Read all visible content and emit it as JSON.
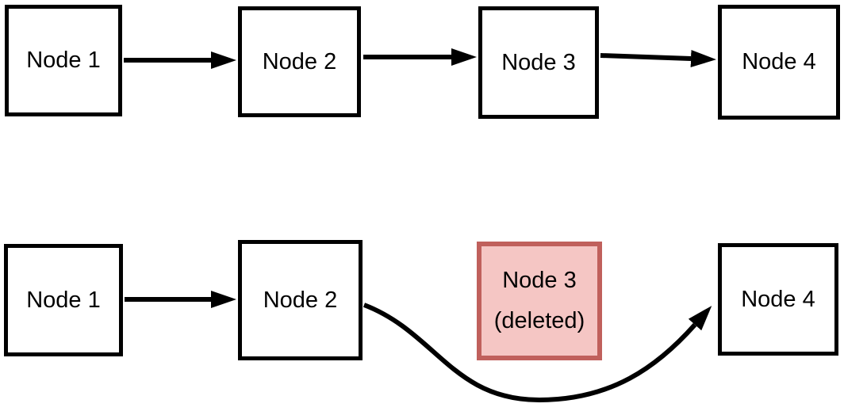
{
  "diagram": {
    "description": "Singly linked list before and after deleting Node 3",
    "colors": {
      "node_border": "#000000",
      "node_fill": "#ffffff",
      "deleted_fill": "#f5c6c4",
      "deleted_border": "#c0605c",
      "arrow": "#000000",
      "text": "#000000"
    },
    "before": {
      "nodes": [
        {
          "label": "Node 1"
        },
        {
          "label": "Node 2"
        },
        {
          "label": "Node 3"
        },
        {
          "label": "Node 4"
        }
      ],
      "edges": [
        {
          "from": "Node 1",
          "to": "Node 2"
        },
        {
          "from": "Node 2",
          "to": "Node 3"
        },
        {
          "from": "Node 3",
          "to": "Node 4"
        }
      ]
    },
    "after": {
      "nodes": [
        {
          "label": "Node 1"
        },
        {
          "label": "Node 2"
        },
        {
          "label": "Node 3",
          "sublabel": "(deleted)",
          "deleted": true
        },
        {
          "label": "Node 4"
        }
      ],
      "edges": [
        {
          "from": "Node 1",
          "to": "Node 2"
        },
        {
          "from": "Node 2",
          "to": "Node 4",
          "style": "curved-bypass"
        }
      ]
    }
  }
}
